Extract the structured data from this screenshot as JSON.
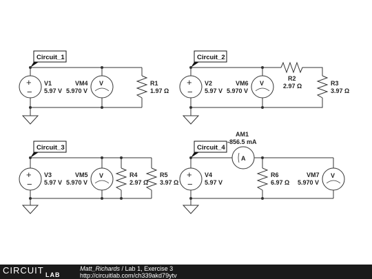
{
  "circuits": [
    {
      "name": "Circuit_1",
      "source": {
        "id": "V1",
        "value": "5.97 V"
      },
      "meter": {
        "id": "VM4",
        "value": "5.970 V"
      },
      "resistors": [
        {
          "id": "R1",
          "value": "1.97 Ω"
        }
      ]
    },
    {
      "name": "Circuit_2",
      "source": {
        "id": "V2",
        "value": "5.97 V"
      },
      "meter": {
        "id": "VM6",
        "value": "5.970 V"
      },
      "resistors": [
        {
          "id": "R2",
          "value": "2.97 Ω"
        },
        {
          "id": "R3",
          "value": "3.97 Ω"
        }
      ]
    },
    {
      "name": "Circuit_3",
      "source": {
        "id": "V3",
        "value": "5.97 V"
      },
      "meter": {
        "id": "VM5",
        "value": "5.970 V"
      },
      "resistors": [
        {
          "id": "R4",
          "value": "2.97 Ω"
        },
        {
          "id": "R5",
          "value": "3.97 Ω"
        }
      ]
    },
    {
      "name": "Circuit_4",
      "source": {
        "id": "V4",
        "value": "5.97 V"
      },
      "ammeter": {
        "id": "AM1",
        "value": "-856.5 mA"
      },
      "resistors": [
        {
          "id": "R6",
          "value": "6.97 Ω"
        }
      ],
      "meter": {
        "id": "VM7",
        "value": "5.970 V"
      }
    }
  ],
  "meter_symbols": {
    "voltmeter": "V",
    "ammeter": "A"
  },
  "source_symbols": {
    "plus": "+",
    "minus": "−"
  },
  "footer": {
    "logo_top": "CIRCUIT",
    "logo_bottom": "LAB",
    "author": "Matt_Richards",
    "separator": " / ",
    "title": "Lab 1, Exercise 3",
    "url": "http://circuitlab.com/ch339akd79ytv"
  },
  "colors": {
    "background": "#ffffff",
    "wire": "#333333",
    "footer": "#1a1a1a"
  }
}
